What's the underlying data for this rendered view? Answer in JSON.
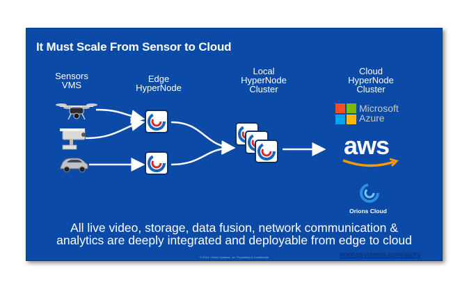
{
  "slide": {
    "title": "It Must Scale From Sensor to Cloud",
    "caption_line1": "All live video, storage, data fusion, network communication &",
    "caption_line2": "analytics are deeply integrated and deployable from edge to cloud",
    "copyright": "© 2019, Orions Systems, Inc. Proprietary & Confidential",
    "url": "orionssystems.com/aicity"
  },
  "columns": {
    "sensors": [
      "Sensors",
      "VMS"
    ],
    "edge": [
      "Edge",
      "HyperNode"
    ],
    "local": [
      "Local",
      "HyperNode",
      "Cluster"
    ],
    "cloud": [
      "Cloud",
      "HyperNode",
      "Cluster"
    ]
  },
  "sensors": [
    "drone-icon",
    "security-camera-icon",
    "car-icon"
  ],
  "cloud_providers": {
    "microsoft": [
      "Microsoft",
      "Azure"
    ],
    "aws": "aws",
    "orions": "Orions Cloud"
  },
  "colors": {
    "slide_bg": "#0b4aa6",
    "node_red": "#d52a2a",
    "node_blue": "#1565c0",
    "aws_orange": "#ff9900"
  }
}
